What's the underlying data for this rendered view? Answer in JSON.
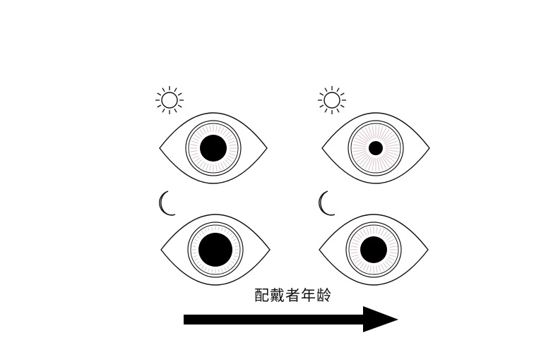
{
  "age_label": "配戴者年龄",
  "top_text": "",
  "colors": {
    "stroke": "#111111",
    "iris_ray": "#d9c4cc",
    "pupil": "#000000",
    "background": "#ffffff"
  },
  "icons": {
    "day": "sun-icon",
    "night": "moon-icon",
    "direction": "arrow-right-icon"
  },
  "eyes": [
    {
      "name": "eye-young-day",
      "light": "day",
      "age": "younger",
      "pupil_size": "medium"
    },
    {
      "name": "eye-old-day",
      "light": "day",
      "age": "older",
      "pupil_size": "small"
    },
    {
      "name": "eye-young-night",
      "light": "night",
      "age": "younger",
      "pupil_size": "large"
    },
    {
      "name": "eye-old-night",
      "light": "night",
      "age": "older",
      "pupil_size": "medium"
    }
  ]
}
